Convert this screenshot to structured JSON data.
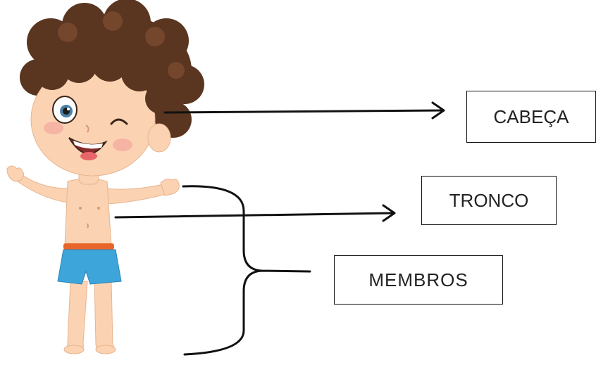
{
  "labels": {
    "head": "CABEÇA",
    "trunk": "TRONCO",
    "limbs": "MEMBROS"
  },
  "colors": {
    "hair": "#5a3520",
    "skin": "#fbd3b2",
    "shorts": "#3da5d9",
    "waistband": "#e8652a",
    "line": "#111111"
  }
}
